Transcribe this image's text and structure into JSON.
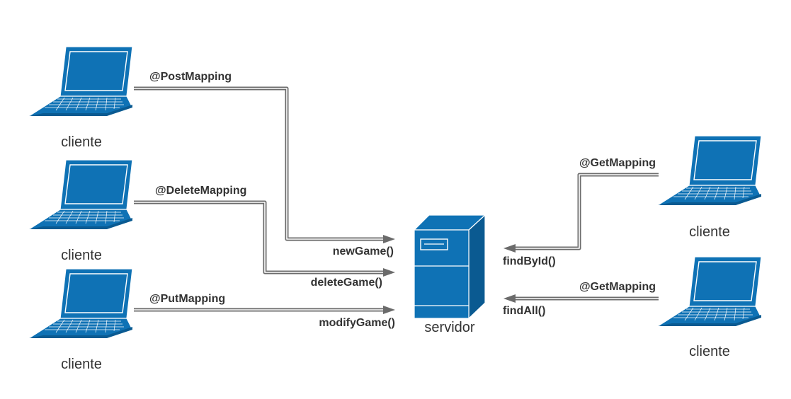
{
  "colors": {
    "device_fill": "#0f72b5",
    "device_dark": "#0a5a91",
    "device_stroke": "#ffffff",
    "connector": "#6b6b6b",
    "text": "#333333"
  },
  "nodes": {
    "client_post": {
      "label": "cliente",
      "icon": "laptop-icon"
    },
    "client_delete": {
      "label": "cliente",
      "icon": "laptop-icon"
    },
    "client_put": {
      "label": "cliente",
      "icon": "laptop-icon"
    },
    "client_get_by_id": {
      "label": "cliente",
      "icon": "laptop-icon"
    },
    "client_get_all": {
      "label": "cliente",
      "icon": "laptop-icon"
    },
    "server": {
      "label": "servidor",
      "icon": "server-tower-icon"
    }
  },
  "edges": {
    "post": {
      "annotation": "@PostMapping",
      "method": "newGame()"
    },
    "delete": {
      "annotation": "@DeleteMapping",
      "method": "deleteGame()"
    },
    "put": {
      "annotation": "@PutMapping",
      "method": "modifyGame()"
    },
    "get_by_id": {
      "annotation": "@GetMapping",
      "method": "findById()"
    },
    "get_all": {
      "annotation": "@GetMapping",
      "method": "findAll()"
    }
  }
}
